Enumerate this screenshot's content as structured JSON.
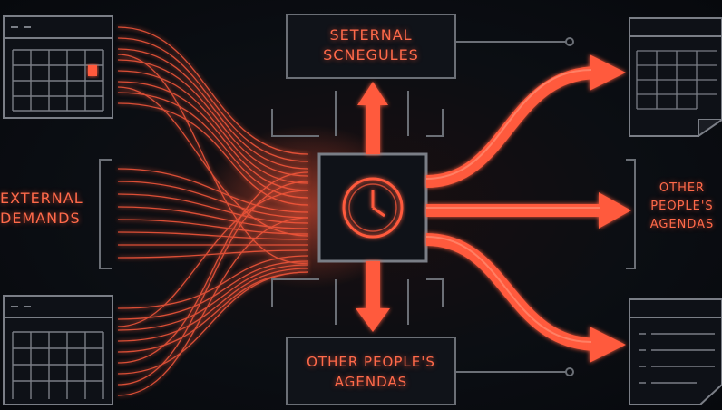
{
  "labels": {
    "top_box": [
      "SETERNAL",
      "SCNEGULES"
    ],
    "left": [
      "EXTERNAL",
      "DEMANDS"
    ],
    "bottom_box": [
      "OTHER PEOPLE'S",
      "AGENDAS"
    ],
    "right": [
      "OTHER",
      "PEOPLE'S",
      "AGENDAS"
    ]
  },
  "colors": {
    "accent": "#ff5a3c",
    "frame": "#6b6f76",
    "background": "#0a0d12"
  },
  "icons": {
    "center": "clock-icon",
    "top_left": "calendar-icon",
    "bottom_left": "calendar-icon",
    "top_right": "document-grid-icon",
    "bottom_right": "document-list-icon"
  }
}
